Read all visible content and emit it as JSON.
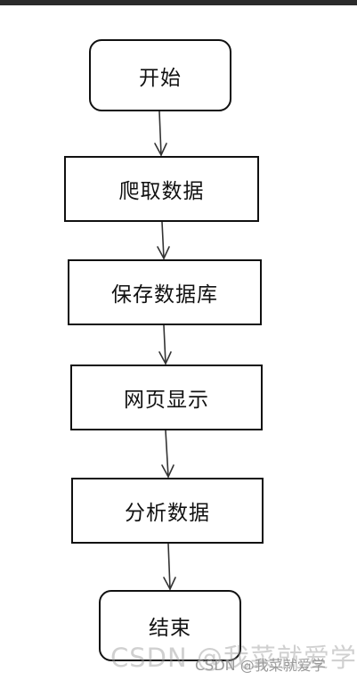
{
  "nodes": {
    "start": "开始",
    "crawl": "爬取数据",
    "save": "保存数据库",
    "web": "网页显示",
    "analyze": "分析数据",
    "end": "结束"
  },
  "watermark": {
    "large": "CSDN @我菜就爱学",
    "small": "CSDN @我菜就爱学"
  }
}
